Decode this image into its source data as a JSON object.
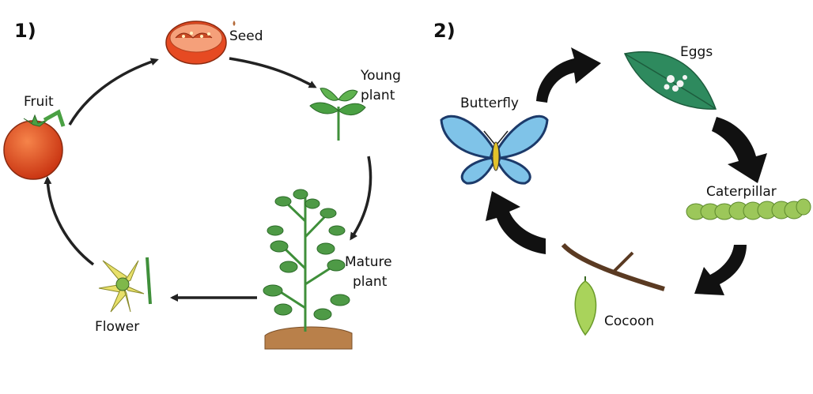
{
  "diagram1": {
    "number": "1)",
    "title": "",
    "stages": {
      "seed": "Seed",
      "young_plant_line1": "Young",
      "young_plant_line2": "plant",
      "mature_plant_line1": "Mature",
      "mature_plant_line2": "plant",
      "flower": "Flower",
      "fruit": "Fruit"
    }
  },
  "diagram2": {
    "number": "2)",
    "title": "",
    "stages": {
      "eggs": "Eggs",
      "caterpillar": "Caterpillar",
      "cocoon": "Cocoon",
      "butterfly": "Butterfly"
    }
  },
  "colors": {
    "tomato": "#e0461c",
    "leaf": "#3f8f3a",
    "leaf_light": "#8fc25a",
    "egg_leaf": "#2e8a5e",
    "caterpillar": "#9cc75a",
    "cocoon": "#a9d35b",
    "butterfly_wing": "#7fc3e8",
    "arrow": "#1a1a1a",
    "soil": "#b9804a"
  }
}
